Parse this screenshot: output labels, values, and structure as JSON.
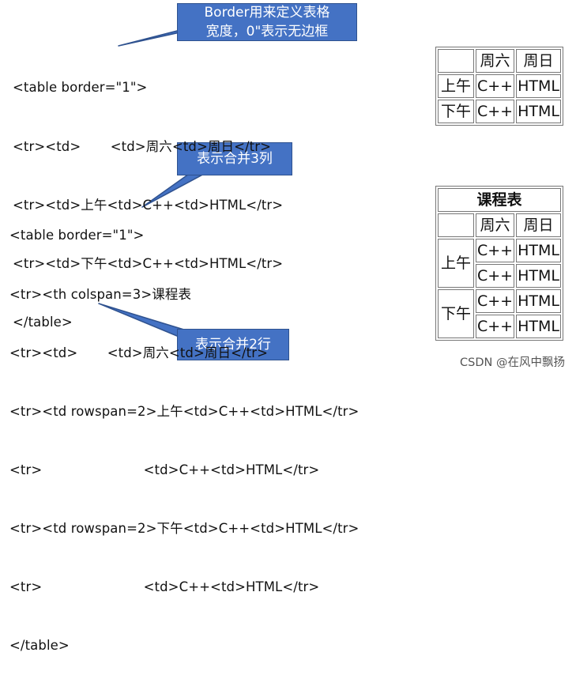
{
  "callouts": {
    "border": {
      "line1": "Border用来定义表格",
      "line2": "宽度，0\"表示无边框"
    },
    "colspan": {
      "text": "表示合并3列"
    },
    "rowspan": {
      "text": "表示合并2行"
    }
  },
  "code1": [
    "<table border=\"1\">",
    "<tr><td>       <td>周六<td>周日</tr>",
    "<tr><td>上午<td>C++<td>HTML</tr>",
    "<tr><td>下午<td>C++<td>HTML</tr>",
    "</table>"
  ],
  "code2": [
    "<table border=\"1\">",
    "<tr><th colspan=3>课程表",
    "<tr><td>       <td>周六<td>周日</tr>",
    "<tr><td rowspan=2>上午<td>C++<td>HTML</tr>",
    "<tr>                        <td>C++<td>HTML</tr>",
    "<tr><td rowspan=2>下午<td>C++<td>HTML</tr>",
    "<tr>                        <td>C++<td>HTML</tr>",
    "</table>"
  ],
  "table1": {
    "header": [
      "",
      "周六",
      "周日"
    ],
    "rows": [
      [
        "上午",
        "C++",
        "HTML"
      ],
      [
        "下午",
        "C++",
        "HTML"
      ]
    ]
  },
  "table2": {
    "caption": "课程表",
    "header": [
      "",
      "周六",
      "周日"
    ],
    "am_label": "上午",
    "pm_label": "下午",
    "cells": [
      [
        "C++",
        "HTML"
      ],
      [
        "C++",
        "HTML"
      ],
      [
        "C++",
        "HTML"
      ],
      [
        "C++",
        "HTML"
      ]
    ]
  },
  "watermark": "CSDN @在风中飘扬",
  "colors": {
    "callout_fill": "#4472c4",
    "callout_border": "#2f528f",
    "callout_text": "#ffffff"
  }
}
